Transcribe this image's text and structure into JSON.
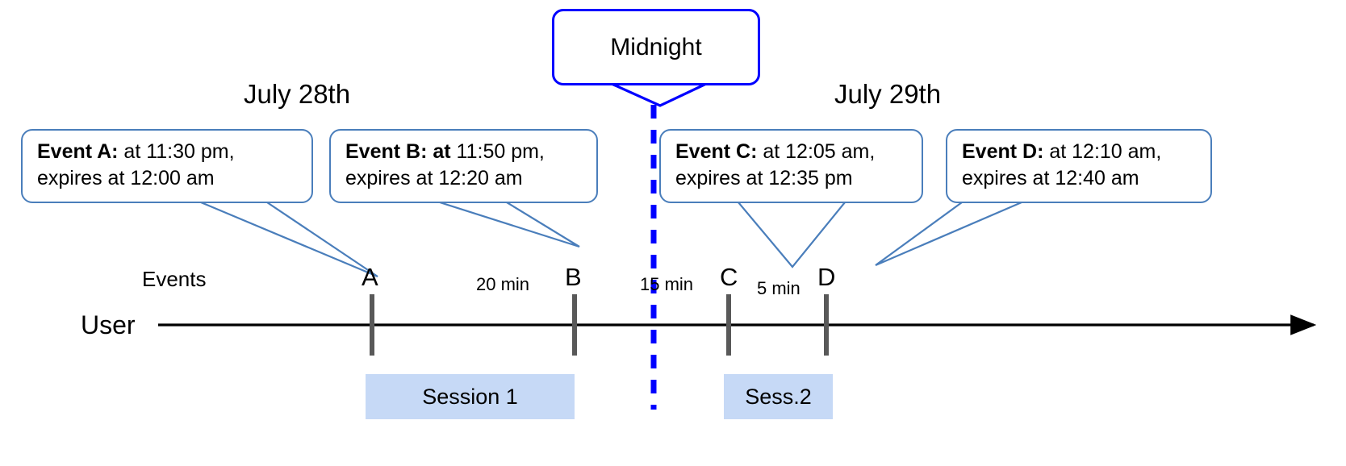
{
  "diagram": {
    "title_note": "Midnight session-split timeline",
    "colors": {
      "callout_border": "#4a7ebb",
      "midnight_blue": "#0000ff",
      "session_fill": "#c6d9f6",
      "axis": "#000000",
      "tick": "#595959"
    },
    "midnight": {
      "label": "Midnight"
    },
    "dates": [
      {
        "label": "July 28th"
      },
      {
        "label": "July 29th"
      }
    ],
    "axis": {
      "row_label": "User",
      "events_row_label": "Events"
    },
    "events": [
      {
        "marker": "A",
        "bold": "Event A:",
        "rest": " at 11:30 pm,",
        "line2": "expires at 12:00 am"
      },
      {
        "marker": "B",
        "bold": "Event B: at",
        "rest": " 11:50 pm,",
        "line2": "expires at 12:20 am"
      },
      {
        "marker": "C",
        "bold": "Event C:",
        "rest": " at 12:05 am,",
        "line2": "expires at 12:35 pm"
      },
      {
        "marker": "D",
        "bold": "Event D:",
        "rest": "  at 12:10 am,",
        "line2": "expires at 12:40 am"
      }
    ],
    "gaps": [
      {
        "label": "20 min"
      },
      {
        "label": "15 min"
      },
      {
        "label": "5 min"
      }
    ],
    "sessions": [
      {
        "label": "Session 1"
      },
      {
        "label": "Sess.2"
      }
    ]
  }
}
